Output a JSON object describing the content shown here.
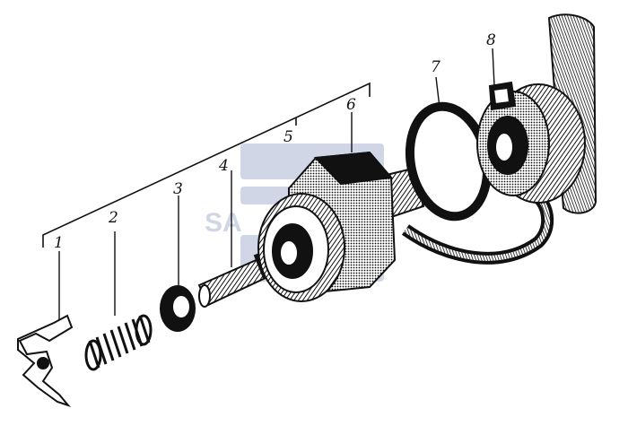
{
  "diagram": {
    "labels": [
      "1",
      "2",
      "3",
      "4",
      "5",
      "6",
      "7",
      "8"
    ],
    "watermark": "SA"
  },
  "colors": {
    "ink": "#111111",
    "paper": "#ffffff",
    "watermark": "#5b6fa8"
  },
  "icons": [
    "exploded-valve-assembly"
  ]
}
